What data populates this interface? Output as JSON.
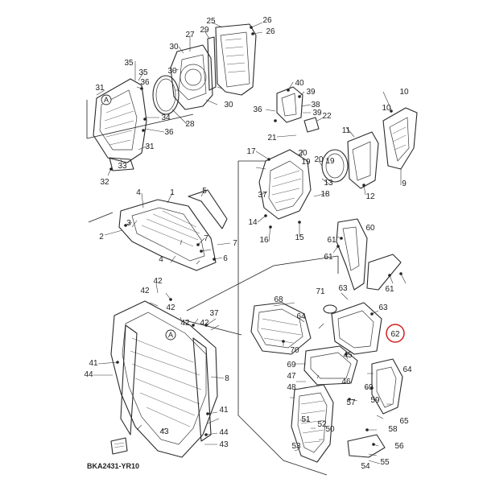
{
  "diagram_code": "BKA2431-YR10",
  "reference_mark": "A",
  "highlight_color": "#d02020",
  "highlighted_part": "62",
  "callouts": [
    {
      "id": "c25",
      "label": "25"
    },
    {
      "id": "c26a",
      "label": "26"
    },
    {
      "id": "c26b",
      "label": "26"
    },
    {
      "id": "c27",
      "label": "27"
    },
    {
      "id": "c29",
      "label": "29"
    },
    {
      "id": "c30a",
      "label": "30"
    },
    {
      "id": "c30b",
      "label": "30"
    },
    {
      "id": "c30c",
      "label": "30"
    },
    {
      "id": "c35a",
      "label": "35"
    },
    {
      "id": "c35b",
      "label": "35"
    },
    {
      "id": "c36a",
      "label": "36"
    },
    {
      "id": "c31",
      "label": "31"
    },
    {
      "id": "c34",
      "label": "34"
    },
    {
      "id": "c28",
      "label": "28"
    },
    {
      "id": "c36b",
      "label": "36"
    },
    {
      "id": "c31b",
      "label": "31"
    },
    {
      "id": "c33",
      "label": "33"
    },
    {
      "id": "c32",
      "label": "32"
    },
    {
      "id": "c40",
      "label": "40"
    },
    {
      "id": "c39a",
      "label": "39"
    },
    {
      "id": "c38",
      "label": "38"
    },
    {
      "id": "c39b",
      "label": "39"
    },
    {
      "id": "c36c",
      "label": "36"
    },
    {
      "id": "c22",
      "label": "22"
    },
    {
      "id": "c21",
      "label": "21"
    },
    {
      "id": "c20a",
      "label": "20"
    },
    {
      "id": "c17",
      "label": "17"
    },
    {
      "id": "c20b",
      "label": "20"
    },
    {
      "id": "c19a",
      "label": "19"
    },
    {
      "id": "c10a",
      "label": "10"
    },
    {
      "id": "c10b",
      "label": "10"
    },
    {
      "id": "c11",
      "label": "11"
    },
    {
      "id": "c12",
      "label": "12"
    },
    {
      "id": "c9",
      "label": "9"
    },
    {
      "id": "c37",
      "label": "37"
    },
    {
      "id": "c14",
      "label": "14"
    },
    {
      "id": "c16",
      "label": "16"
    },
    {
      "id": "c13",
      "label": "13"
    },
    {
      "id": "c18",
      "label": "18"
    },
    {
      "id": "c19b",
      "label": "19"
    },
    {
      "id": "c15",
      "label": "15"
    },
    {
      "id": "c5",
      "label": "5"
    },
    {
      "id": "c1",
      "label": "1"
    },
    {
      "id": "c4a",
      "label": "4"
    },
    {
      "id": "c3",
      "label": "3"
    },
    {
      "id": "c2",
      "label": "2"
    },
    {
      "id": "c4b",
      "label": "4"
    },
    {
      "id": "c7a",
      "label": "7"
    },
    {
      "id": "c7b",
      "label": "7"
    },
    {
      "id": "c6",
      "label": "6"
    },
    {
      "id": "c42a",
      "label": "42"
    },
    {
      "id": "c42b",
      "label": "42"
    },
    {
      "id": "c42c",
      "label": "42"
    },
    {
      "id": "c42d",
      "label": "42"
    },
    {
      "id": "c42e",
      "label": "42"
    },
    {
      "id": "c37b",
      "label": "37"
    },
    {
      "id": "c41",
      "label": "41"
    },
    {
      "id": "c44",
      "label": "44"
    },
    {
      "id": "c8",
      "label": "8"
    },
    {
      "id": "c41b",
      "label": "41"
    },
    {
      "id": "c44b",
      "label": "44"
    },
    {
      "id": "c43a",
      "label": "43"
    },
    {
      "id": "c43b",
      "label": "43"
    },
    {
      "id": "c60",
      "label": "60"
    },
    {
      "id": "c61a",
      "label": "61"
    },
    {
      "id": "c61b",
      "label": "61"
    },
    {
      "id": "c61c",
      "label": "61"
    },
    {
      "id": "c71",
      "label": "71"
    },
    {
      "id": "c63a",
      "label": "63"
    },
    {
      "id": "c63b",
      "label": "63"
    },
    {
      "id": "c68",
      "label": "68"
    },
    {
      "id": "c64",
      "label": "64"
    },
    {
      "id": "c62",
      "label": "62"
    },
    {
      "id": "c70",
      "label": "70"
    },
    {
      "id": "c45",
      "label": "45"
    },
    {
      "id": "c69a",
      "label": "69"
    },
    {
      "id": "c47",
      "label": "47"
    },
    {
      "id": "c48",
      "label": "48"
    },
    {
      "id": "c64b",
      "label": "64"
    },
    {
      "id": "c46",
      "label": "46"
    },
    {
      "id": "c69b",
      "label": "69"
    },
    {
      "id": "c59",
      "label": "59"
    },
    {
      "id": "c57",
      "label": "57"
    },
    {
      "id": "c51",
      "label": "51"
    },
    {
      "id": "c52",
      "label": "52"
    },
    {
      "id": "c65",
      "label": "65"
    },
    {
      "id": "c58",
      "label": "58"
    },
    {
      "id": "c53",
      "label": "53"
    },
    {
      "id": "c56",
      "label": "56"
    },
    {
      "id": "c55",
      "label": "55"
    },
    {
      "id": "c54",
      "label": "54"
    },
    {
      "id": "c50",
      "label": "50"
    }
  ]
}
